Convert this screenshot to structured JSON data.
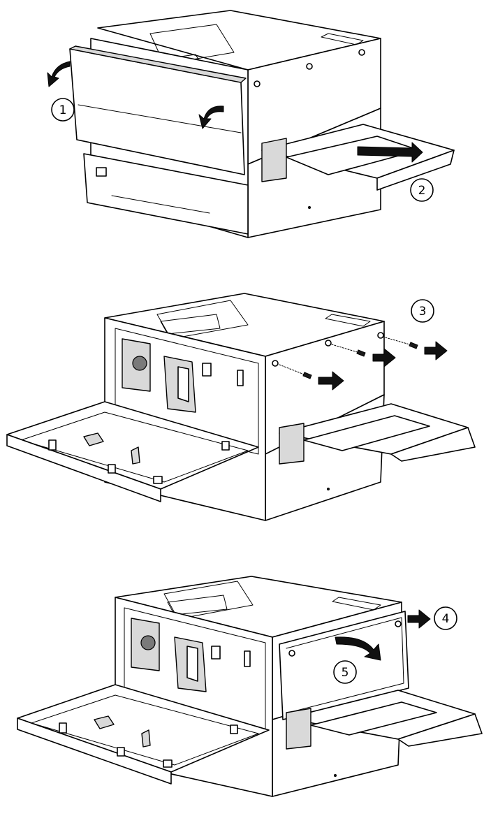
{
  "steps": [
    {
      "label": "1"
    },
    {
      "label": "2"
    },
    {
      "label": "3"
    },
    {
      "label": "4"
    },
    {
      "label": "5"
    }
  ]
}
